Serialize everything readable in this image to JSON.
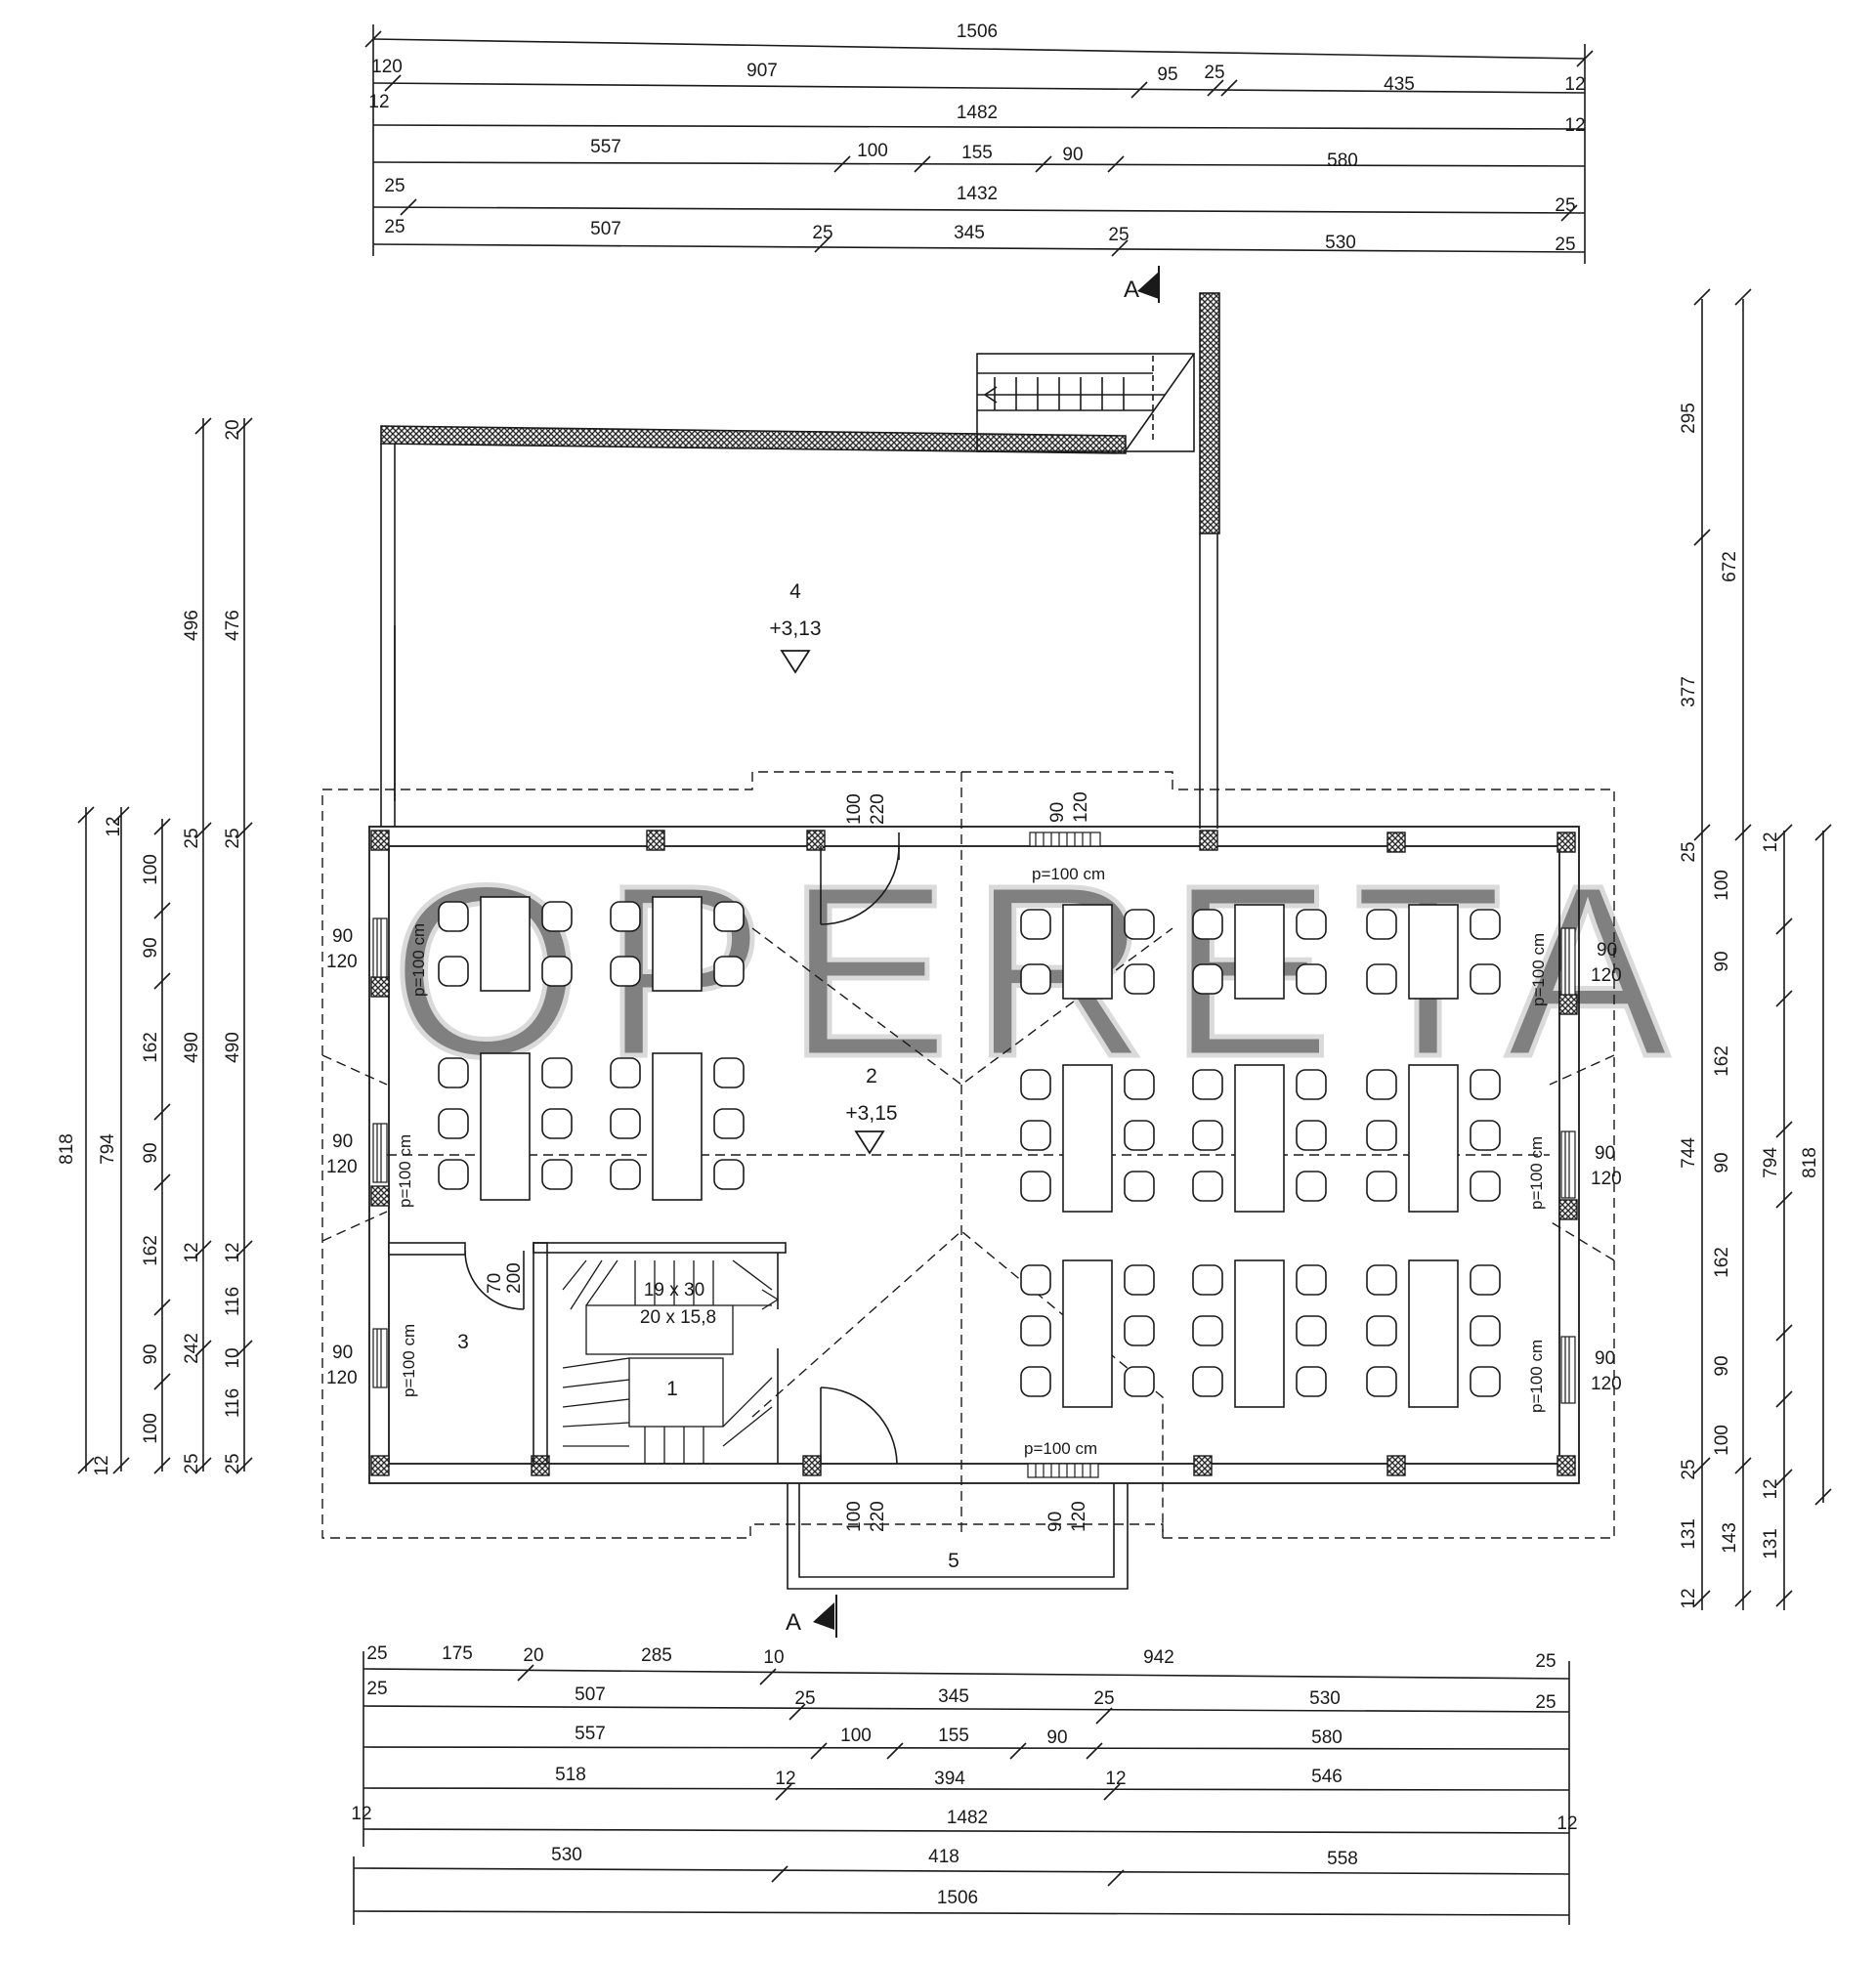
{
  "watermark": "OPERETA",
  "section_marker": "A",
  "dims_top": [
    {
      "total": "1506"
    },
    {
      "segments": [
        "120",
        "907",
        "95",
        "25",
        "435",
        "12"
      ]
    },
    {
      "segments": [
        "12",
        "1482",
        "12"
      ]
    },
    {
      "segments": [
        "557",
        "100",
        "155",
        "90",
        "580"
      ]
    },
    {
      "segments": [
        "25",
        "1432",
        "25"
      ]
    },
    {
      "segments": [
        "25",
        "507",
        "25",
        "345",
        "25",
        "530",
        "25"
      ]
    }
  ],
  "dims_bottom": [
    {
      "segments": [
        "25",
        "175",
        "20",
        "285",
        "10",
        "942",
        "25"
      ]
    },
    {
      "segments": [
        "25",
        "507",
        "25",
        "345",
        "25",
        "530",
        "25"
      ]
    },
    {
      "segments": [
        "557",
        "100",
        "155",
        "90",
        "580"
      ]
    },
    {
      "segments": [
        "518",
        "12",
        "394",
        "12",
        "546"
      ]
    },
    {
      "segments": [
        "12",
        "1482",
        "12"
      ]
    },
    {
      "segments": [
        "530",
        "418",
        "558"
      ]
    },
    {
      "total": "1506"
    }
  ],
  "dims_left": {
    "col_818": [
      "818",
      "12",
      "12"
    ],
    "col_794": [
      "794"
    ],
    "col_bays": [
      "100",
      "90",
      "162",
      "90",
      "162",
      "90",
      "100"
    ],
    "col_490": [
      "25",
      "490",
      "12",
      "242",
      "10",
      "25"
    ],
    "col_496": [
      "496",
      "20"
    ],
    "col_476": [
      "476",
      "25",
      "490",
      "12",
      "116",
      "116",
      "25"
    ]
  },
  "dims_right": {
    "col_672": [
      "295",
      "377",
      "25",
      "744",
      "25",
      "131",
      "12"
    ],
    "col_143": [
      "672",
      "143"
    ],
    "col_bays": [
      "100",
      "90",
      "162",
      "90",
      "162",
      "90",
      "100"
    ],
    "col_794": [
      "12",
      "794",
      "12",
      "131"
    ],
    "col_818": [
      "818"
    ]
  },
  "openings": {
    "window": [
      "90",
      "120"
    ],
    "door": [
      "100",
      "220"
    ],
    "sill": "p=100 cm",
    "door_70_200": [
      "70",
      "200"
    ]
  },
  "rooms": [
    {
      "number": "1"
    },
    {
      "number": "2",
      "level": "+3,15"
    },
    {
      "number": "3"
    },
    {
      "number": "4",
      "level": "+3,13"
    },
    {
      "number": "5"
    }
  ],
  "stair": {
    "line1": "19 x 30",
    "line2": "20 x 15,8"
  },
  "colors": {
    "line": "#1a1a1a",
    "hatch": "#2b2b2b",
    "watermark": "#bdbdbd"
  }
}
